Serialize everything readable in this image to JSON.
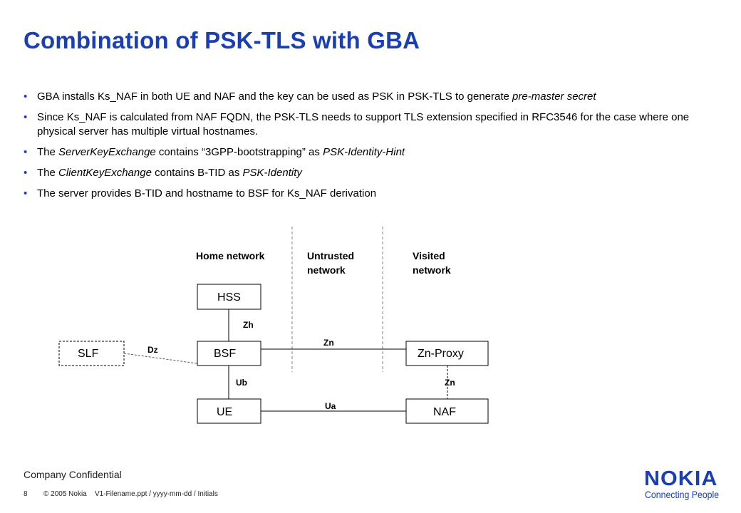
{
  "slide": {
    "title": "Combination of PSK-TLS with GBA",
    "bullets": [
      {
        "parts": [
          {
            "text": "GBA installs Ks_NAF in both UE and NAF and the key can be used as PSK in PSK-TLS to generate ",
            "italic": false
          },
          {
            "text": "pre-master secret",
            "italic": true
          }
        ]
      },
      {
        "parts": [
          {
            "text": "Since Ks_NAF is calculated from NAF FQDN, the PSK-TLS needs to support TLS extension specified in RFC3546 for the case where one physical server has multiple virtual hostnames.",
            "italic": false
          }
        ]
      },
      {
        "parts": [
          {
            "text": "The ",
            "italic": false
          },
          {
            "text": "ServerKeyExchange",
            "italic": true
          },
          {
            "text": " contains “3GPP-bootstrapping” as ",
            "italic": false
          },
          {
            "text": "PSK-Identity-Hint",
            "italic": true
          }
        ]
      },
      {
        "parts": [
          {
            "text": "The ",
            "italic": false
          },
          {
            "text": "ClientKeyExchange",
            "italic": true
          },
          {
            "text": " contains B-TID as ",
            "italic": false
          },
          {
            "text": "PSK-Identity",
            "italic": true
          }
        ]
      },
      {
        "parts": [
          {
            "text": "The server provides B-TID and hostname to BSF for Ks_NAF derivation",
            "italic": false
          }
        ]
      }
    ]
  },
  "diagram": {
    "zones": {
      "home": "Home network",
      "untrusted": [
        "Untrusted",
        "network"
      ],
      "visited": [
        "Visited",
        "network"
      ]
    },
    "nodes": {
      "hss": "HSS",
      "slf": "SLF",
      "bsf": "BSF",
      "zn_proxy": "Zn-Proxy",
      "ue": "UE",
      "naf": "NAF"
    },
    "interfaces": {
      "zh": "Zh",
      "dz": "Dz",
      "zn_top": "Zn",
      "zn_right": "Zn",
      "ub": "Ub",
      "ua": "Ua"
    }
  },
  "footer": {
    "confidential": "Company Confidential",
    "page": "8",
    "copyright": "© 2005  Nokia",
    "file": "V1-Filename.ppt / yyyy-mm-dd / Initials"
  },
  "logo": {
    "brand": "NOKIA",
    "tagline": "Connecting People"
  },
  "colors": {
    "accent": "#1a3fb4"
  }
}
